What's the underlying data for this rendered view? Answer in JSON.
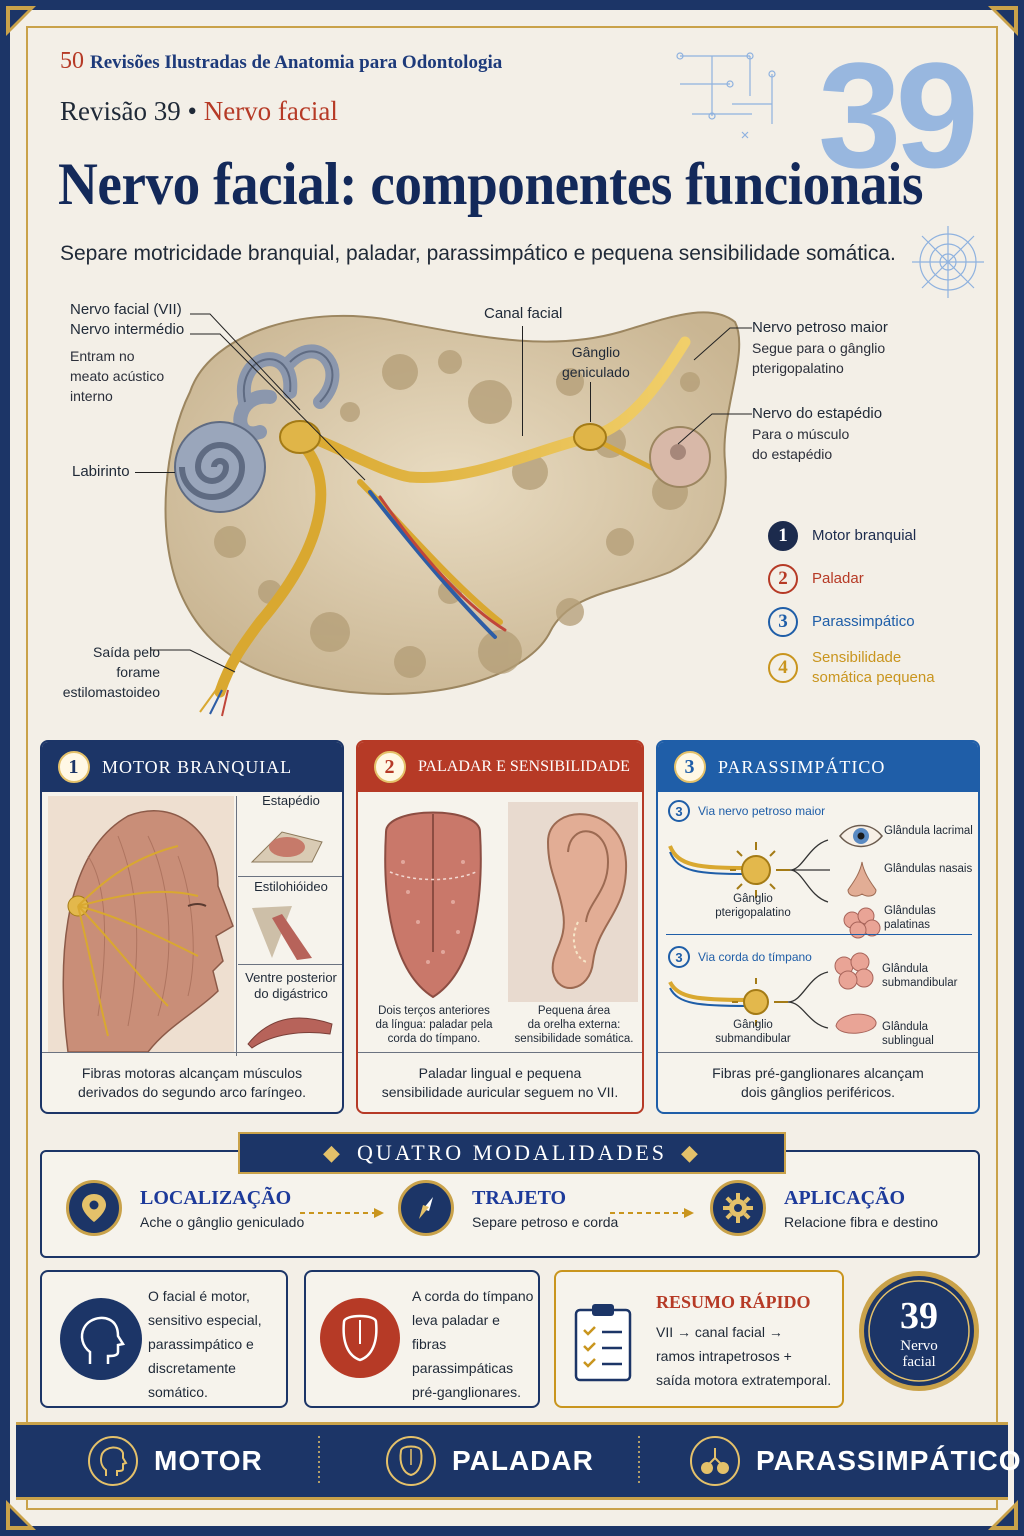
{
  "header": {
    "series_number": "50",
    "series_title": "Revisões Ilustradas de Anatomia para Odontologia",
    "review_label": "Revisão 39 •",
    "review_topic": "Nervo facial",
    "big_number": "39",
    "title": "Nervo facial: componentes funcionais",
    "subtitle": "Separe motricidade branquial, paladar, parassimpático e pequena sensibilidade somática."
  },
  "illustration": {
    "labels": {
      "nerve_title_1": "Nervo facial (VII)",
      "nerve_title_2": "Nervo intermédio",
      "nerve_sub": [
        "Entram no",
        "meato acústico",
        "interno"
      ],
      "labyrinth": "Labirinto",
      "exit": [
        "Saída pelo",
        "forame",
        "estilomastoideo"
      ],
      "facial_canal": "Canal facial",
      "geniculate": [
        "Gânglio",
        "geniculado"
      ],
      "greater_petrosal": "Nervo petroso maior",
      "greater_petrosal_sub": [
        "Segue para o gânglio",
        "pterigopalatino"
      ],
      "stapedius_nerve": "Nervo do estapédio",
      "stapedius_sub": [
        "Para o músculo",
        "do estapédio"
      ]
    }
  },
  "legend": [
    {
      "num": "1",
      "label": "Motor branquial",
      "color": "#1c2b4d"
    },
    {
      "num": "2",
      "label": "Paladar",
      "color": "#b63a26"
    },
    {
      "num": "3",
      "label": "Parassimpático",
      "color": "#1f5ea8"
    },
    {
      "num": "4",
      "label": "Sensibilidade somática pequena",
      "label_lines": [
        "Sensibilidade",
        "somática pequena"
      ],
      "color": "#c9951e"
    }
  ],
  "panels": {
    "motor": {
      "num": "1",
      "title": "MOTOR BRANQUIAL",
      "color": "#1c3567",
      "muscles": [
        "Estapédio",
        "Estilohióideo",
        "Ventre posterior",
        "do digástrico"
      ],
      "footer": [
        "Fibras motoras alcançam músculos",
        "derivados do segundo arco faríngeo."
      ]
    },
    "taste": {
      "num": "2",
      "title": "PALADAR E SENSIBILIDADE",
      "color": "#b63a26",
      "tongue_caption": [
        "Dois terços anteriores",
        "da língua: paladar pela",
        "corda do tímpano."
      ],
      "ear_caption": [
        "Pequena área",
        "da orelha externa:",
        "sensibilidade somática."
      ],
      "footer": [
        "Paladar lingual e pequena",
        "sensibilidade auricular seguem no VII."
      ]
    },
    "para": {
      "num": "3",
      "title": "PARASSIMPÁTICO",
      "color": "#1f5ea8",
      "route1": "Via nervo petroso maior",
      "ganglion1": [
        "Gânglio",
        "pterigopalatino"
      ],
      "targets1": [
        "Glândula lacrimal",
        "Glândulas nasais",
        "Glândulas palatinas"
      ],
      "route2": "Via corda do tímpano",
      "ganglion2": [
        "Gânglio",
        "submandibular"
      ],
      "targets2": [
        "Glândula",
        "submandibular",
        "Glândula sublingual"
      ],
      "footer": [
        "Fibras pré-ganglionares alcançam",
        "dois gânglios periféricos."
      ]
    }
  },
  "modalities": {
    "title": "QUATRO MODALIDADES",
    "items": [
      {
        "head": "LOCALIZAÇÃO",
        "sub": "Ache o gânglio geniculado",
        "icon": "location-pin-icon"
      },
      {
        "head": "TRAJETO",
        "sub": "Separe petroso e corda",
        "icon": "compass-needle-icon"
      },
      {
        "head": "APLICAÇÃO",
        "sub": "Relacione fibra e destino",
        "icon": "gear-icon"
      }
    ]
  },
  "cards": {
    "card1": [
      "O facial é motor,",
      "sensitivo especial,",
      "parassimpático e",
      "discretamente somático."
    ],
    "card2": [
      "A corda do tímpano",
      "leva paladar e fibras",
      "parassimpáticas",
      "pré-ganglionares."
    ],
    "summary_title": "RESUMO RÁPIDO",
    "summary": [
      "VII → canal facial →",
      "ramos intrapetrosos +",
      "saída motora extratemporal."
    ],
    "seal_num": "39",
    "seal_text": [
      "Nervo",
      "facial"
    ]
  },
  "banner": [
    {
      "label": "MOTOR",
      "icon": "head-profile-icon"
    },
    {
      "label": "PALADAR",
      "icon": "tongue-icon"
    },
    {
      "label": "PARASSIMPÁTICO",
      "icon": "ganglion-icon"
    }
  ]
}
